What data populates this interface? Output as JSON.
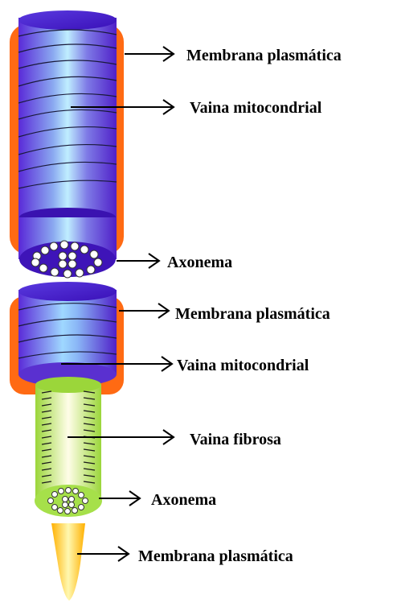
{
  "labels": {
    "membrana_1": "Membrana plasmática",
    "vaina_mito_1": "Vaina mitocondrial",
    "axonema_1": "Axonema",
    "membrana_2": "Membrana plasmática",
    "vaina_mito_2": "Vaina mitocondrial",
    "vaina_fibrosa": "Vaina fibrosa",
    "axonema_2": "Axonema",
    "membrana_3": "Membrana plasmática"
  },
  "colors": {
    "membrane": "#ff6a13",
    "mito_light": "#b8ecff",
    "mito_mid": "#7b5cf0",
    "mito_dark": "#4b1fd0",
    "fibrous": "#a6e04a",
    "fibrous_inner": "#fffde0",
    "endpiece": "#ffb000",
    "endpiece_light": "#fff6a0"
  }
}
